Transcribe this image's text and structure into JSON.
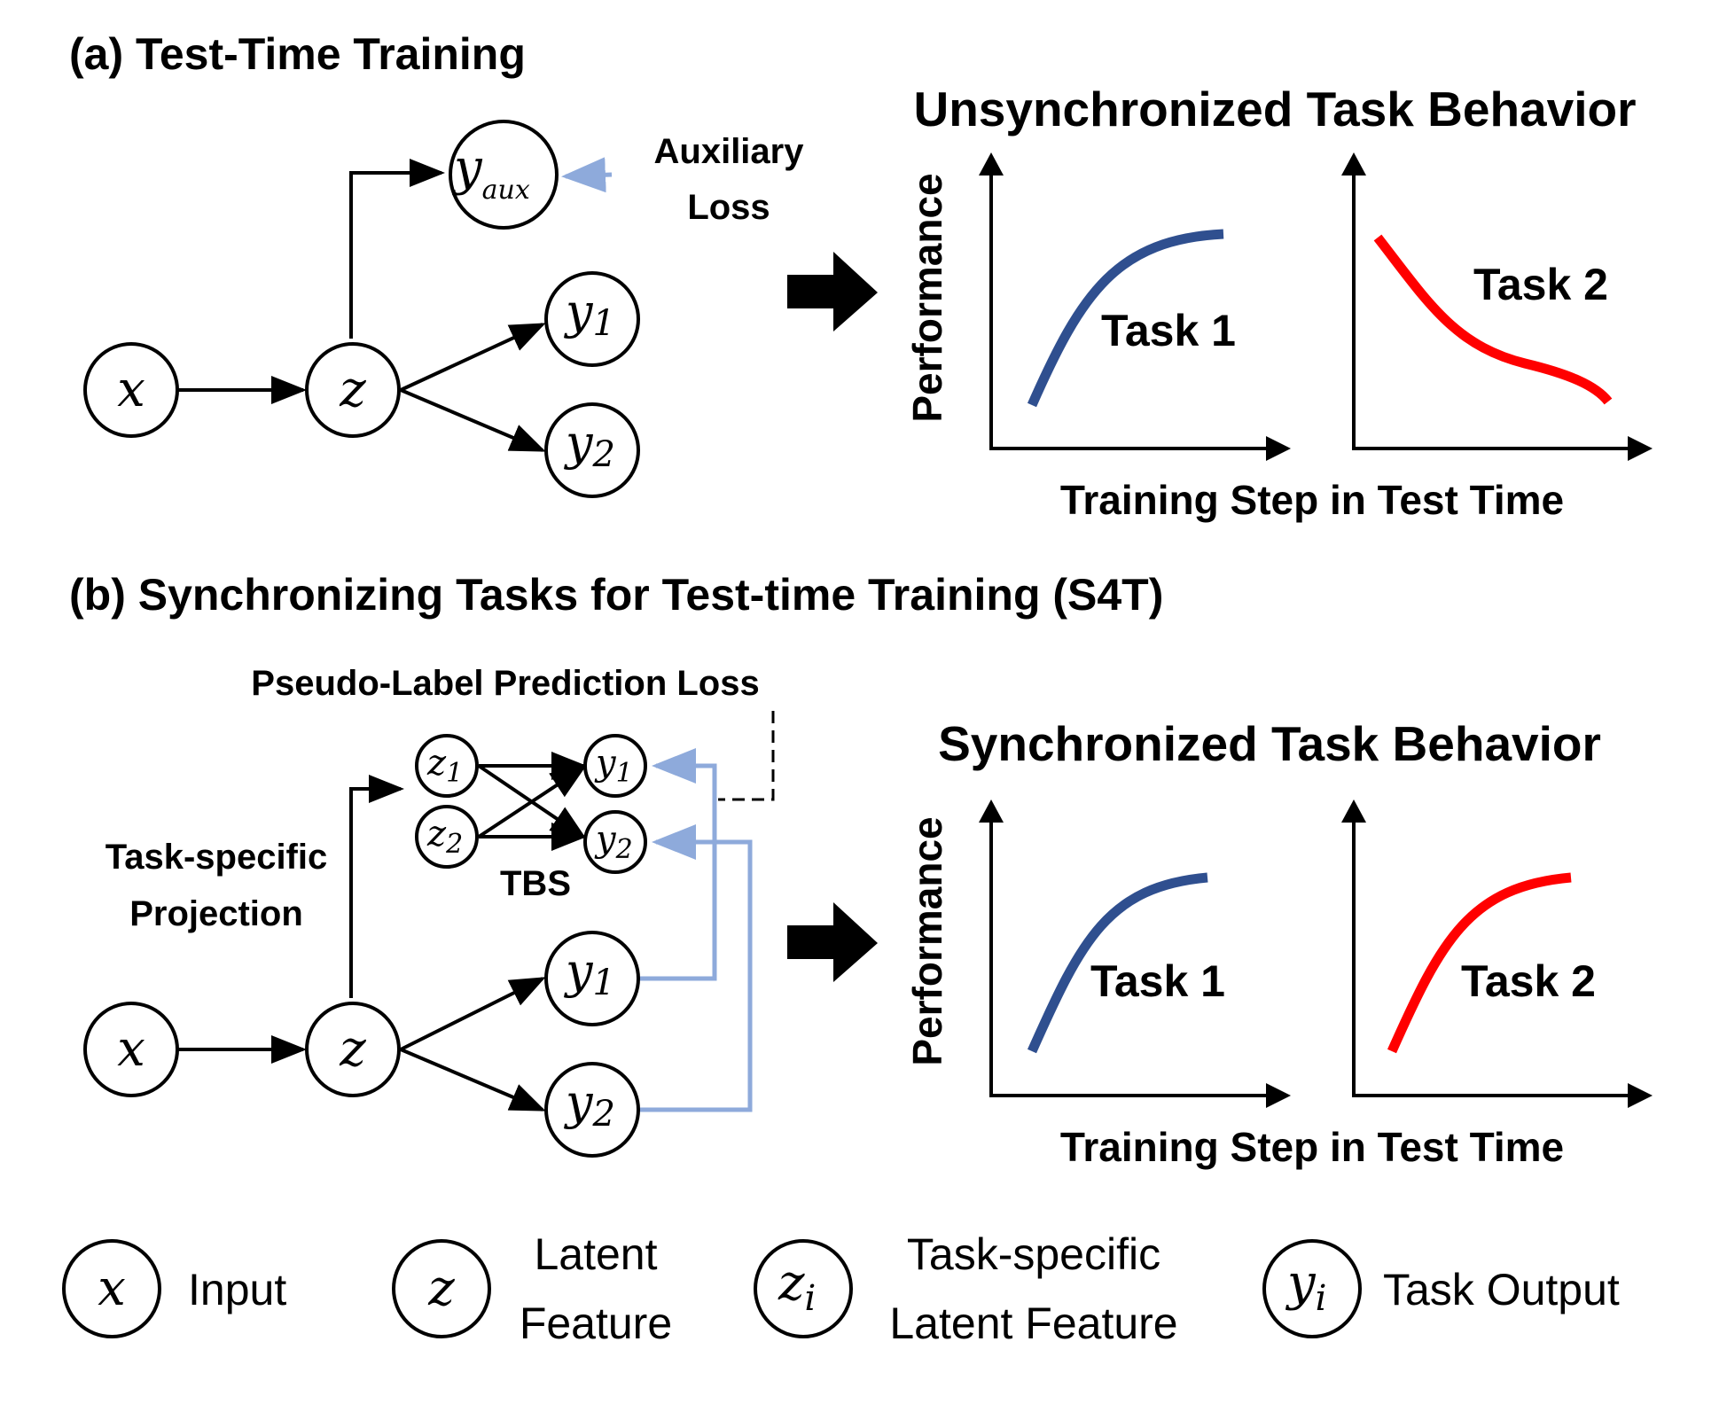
{
  "panel_a": {
    "title": "(a) Test-Time Training",
    "aux_loss_line1": "Auxiliary",
    "aux_loss_line2": "Loss",
    "node_x": "x",
    "node_z": "z",
    "node_yaux_main": "y",
    "node_yaux_sub": "aux",
    "node_y1_main": "y",
    "node_y1_sub": "1",
    "node_y2_main": "y",
    "node_y2_sub": "2",
    "chart_title": "Unsynchronized Task Behavior",
    "ylabel": "Performance",
    "xlabel": "Training Step in Test Time",
    "task1_label": "Task 1",
    "task2_label": "Task 2"
  },
  "panel_b": {
    "title": "(b) Synchronizing Tasks for Test-time Training (S4T)",
    "pseudo_label_loss": "Pseudo-Label Prediction Loss",
    "projection_line1": "Task-specific",
    "projection_line2": "Projection",
    "tbs_label": "TBS",
    "node_x": "x",
    "node_z": "z",
    "node_z1_main": "z",
    "node_z1_sub": "1",
    "node_z2_main": "z",
    "node_z2_sub": "2",
    "node_y1_main": "y",
    "node_y1_sub": "1",
    "node_y2_main": "y",
    "node_y2_sub": "2",
    "chart_title": "Synchronized Task Behavior",
    "ylabel": "Performance",
    "xlabel": "Training Step in Test Time",
    "task1_label": "Task 1",
    "task2_label": "Task 2"
  },
  "legend": {
    "x_symbol": "x",
    "x_label": "Input",
    "z_symbol": "z",
    "z_label_line1": "Latent",
    "z_label_line2": "Feature",
    "zi_symbol_main": "z",
    "zi_symbol_sub": "i",
    "zi_label_line1": "Task-specific",
    "zi_label_line2": "Latent Feature",
    "yi_symbol_main": "y",
    "yi_symbol_sub": "i",
    "yi_label": "Task Output"
  },
  "colors": {
    "task1": "#2f4f8f",
    "task2": "#ff0000",
    "loss_arrow": "#8eaadb"
  }
}
